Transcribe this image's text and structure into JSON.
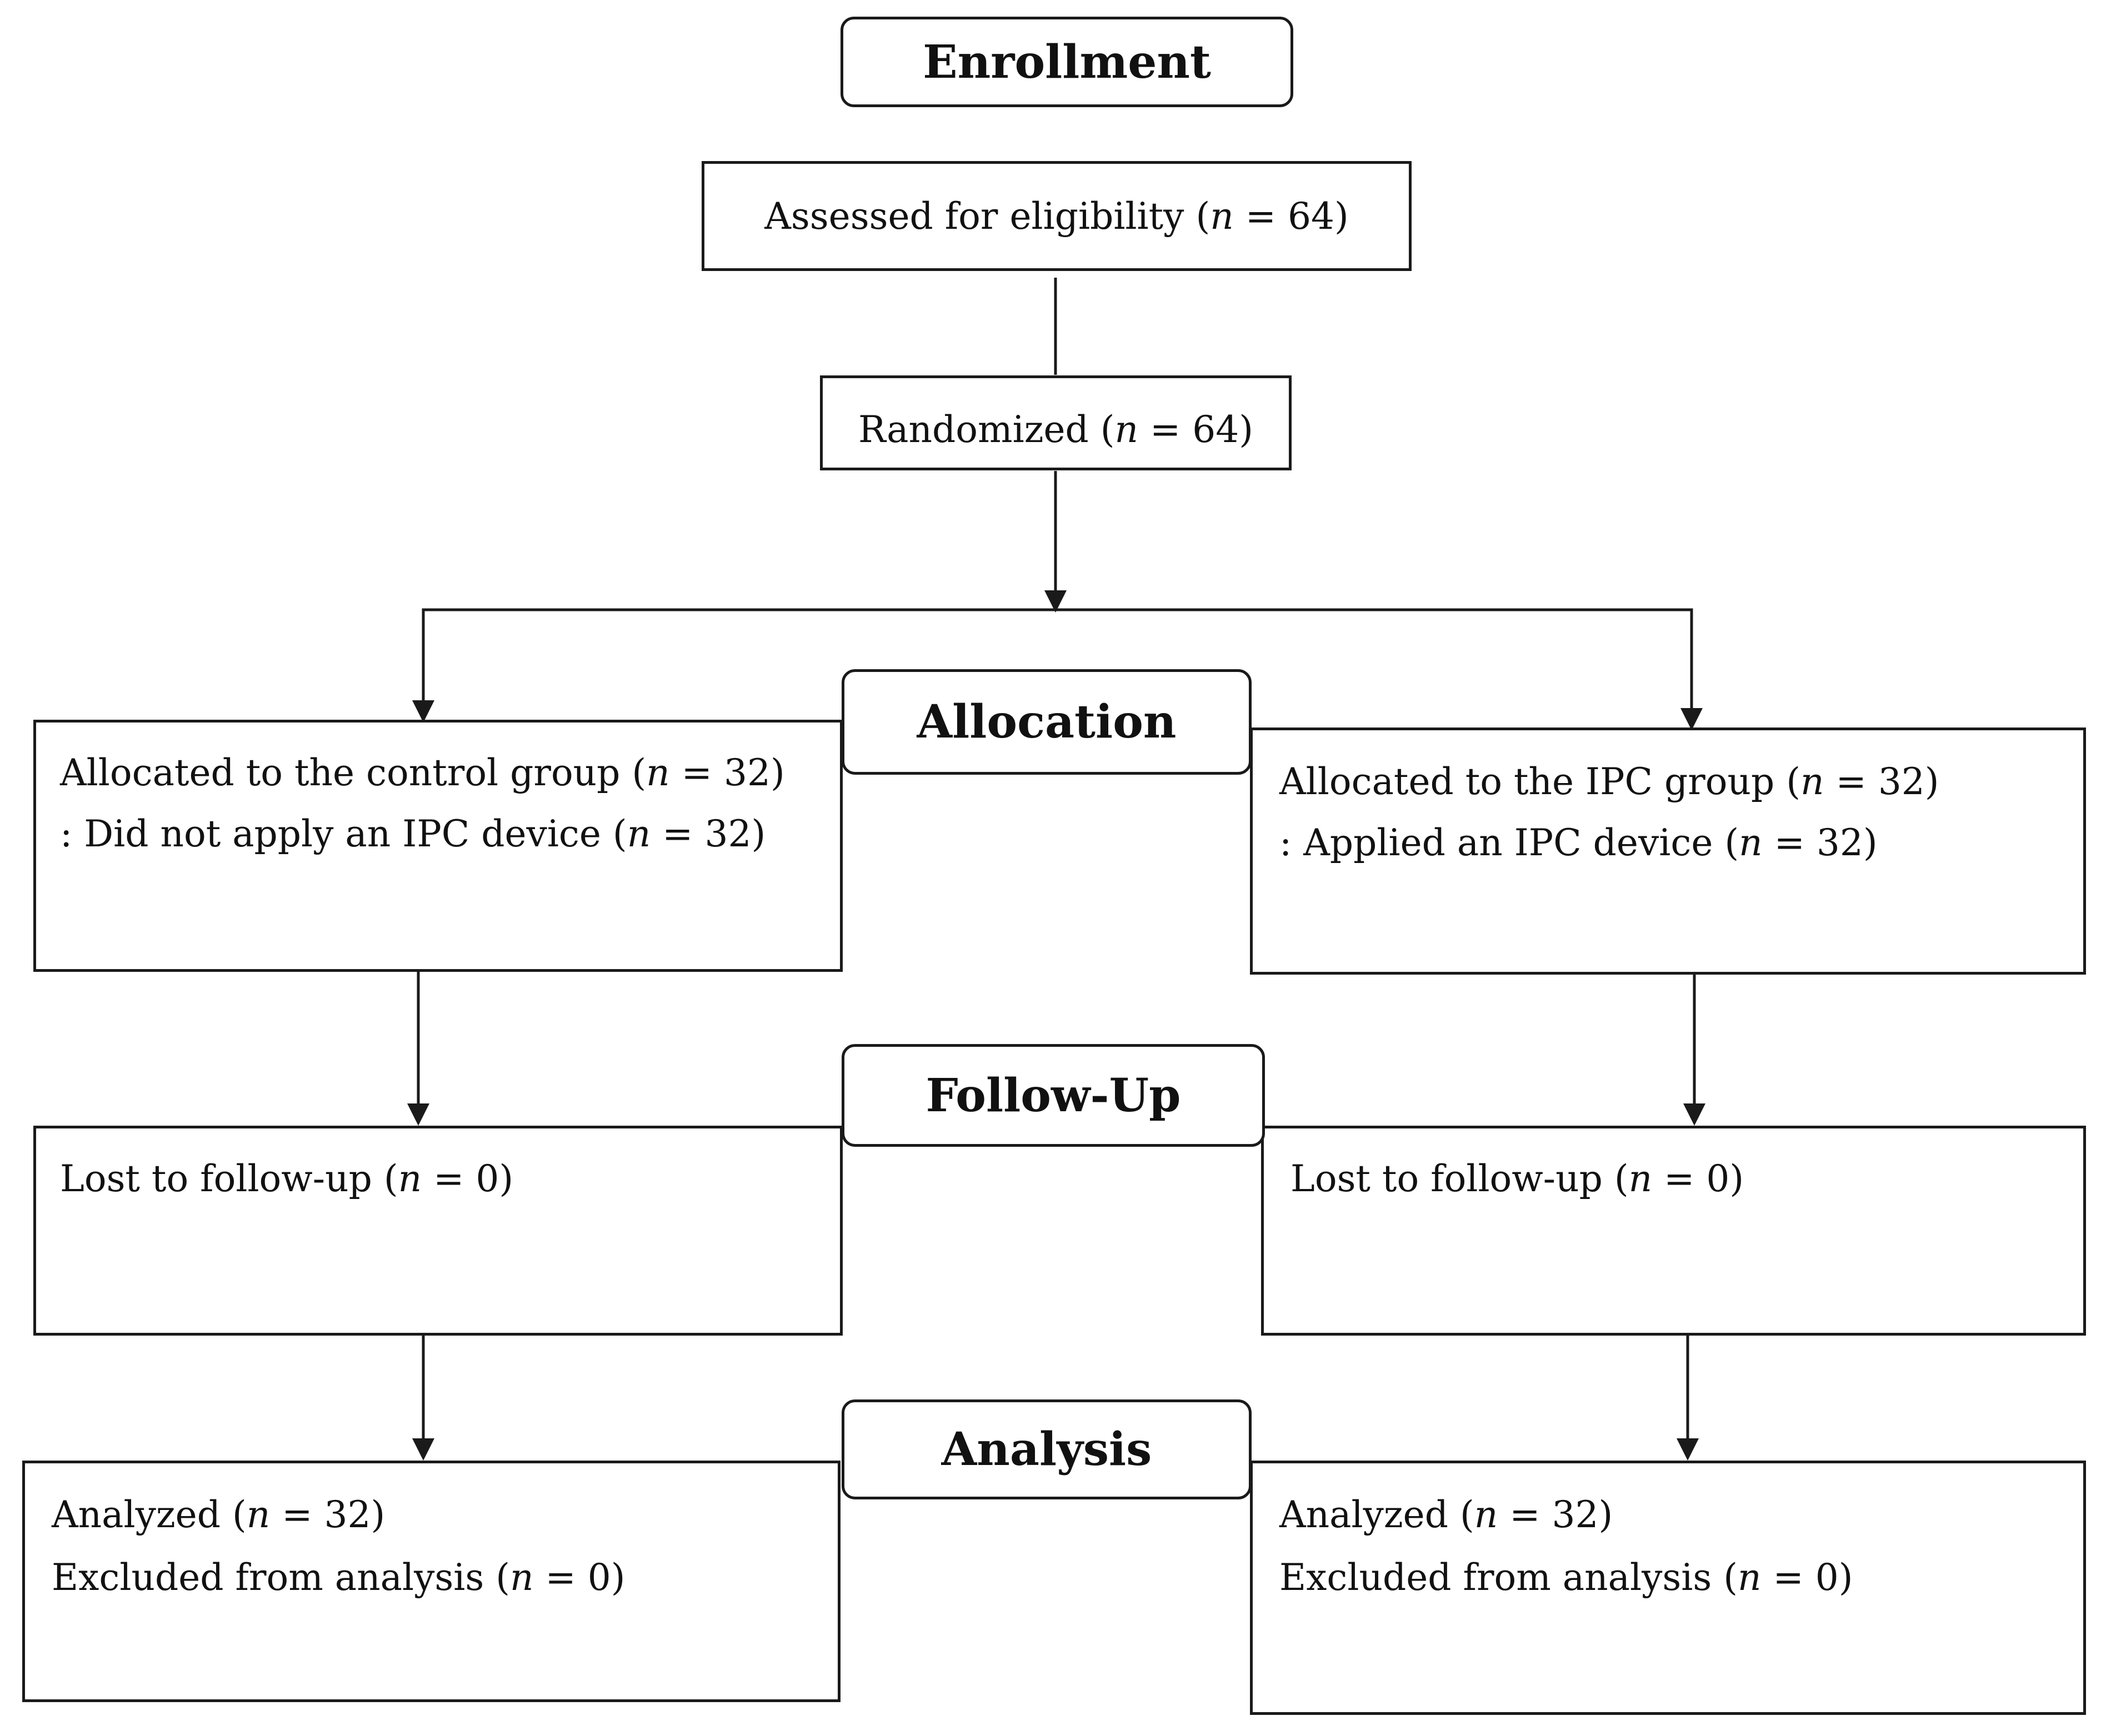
{
  "stages": {
    "enrollment": "Enrollment",
    "allocation": "Allocation",
    "follow_up": "Follow-Up",
    "analysis": "Analysis"
  },
  "n_symbol": "n",
  "assessed": {
    "label": "Assessed for eligibility",
    "n": "64"
  },
  "randomized": {
    "label": "Randomized",
    "n": "64"
  },
  "control": {
    "allocated": {
      "label": "Allocated to the control group",
      "n": "32"
    },
    "intervention": {
      "label": ": Did not apply an IPC device",
      "n": "32"
    },
    "lost": {
      "label": "Lost to follow-up",
      "n": "0"
    },
    "analyzed": {
      "label": "Analyzed",
      "n": "32"
    },
    "excluded": {
      "label": "Excluded from analysis",
      "n": "0"
    }
  },
  "ipc": {
    "allocated": {
      "label": "Allocated to the IPC group",
      "n": "32"
    },
    "intervention": {
      "label": ": Applied an IPC device",
      "n": "32"
    },
    "lost": {
      "label": "Lost to follow-up",
      "n": "0"
    },
    "analyzed": {
      "label": "Analyzed",
      "n": "32"
    },
    "excluded": {
      "label": "Excluded from analysis",
      "n": "0"
    }
  }
}
